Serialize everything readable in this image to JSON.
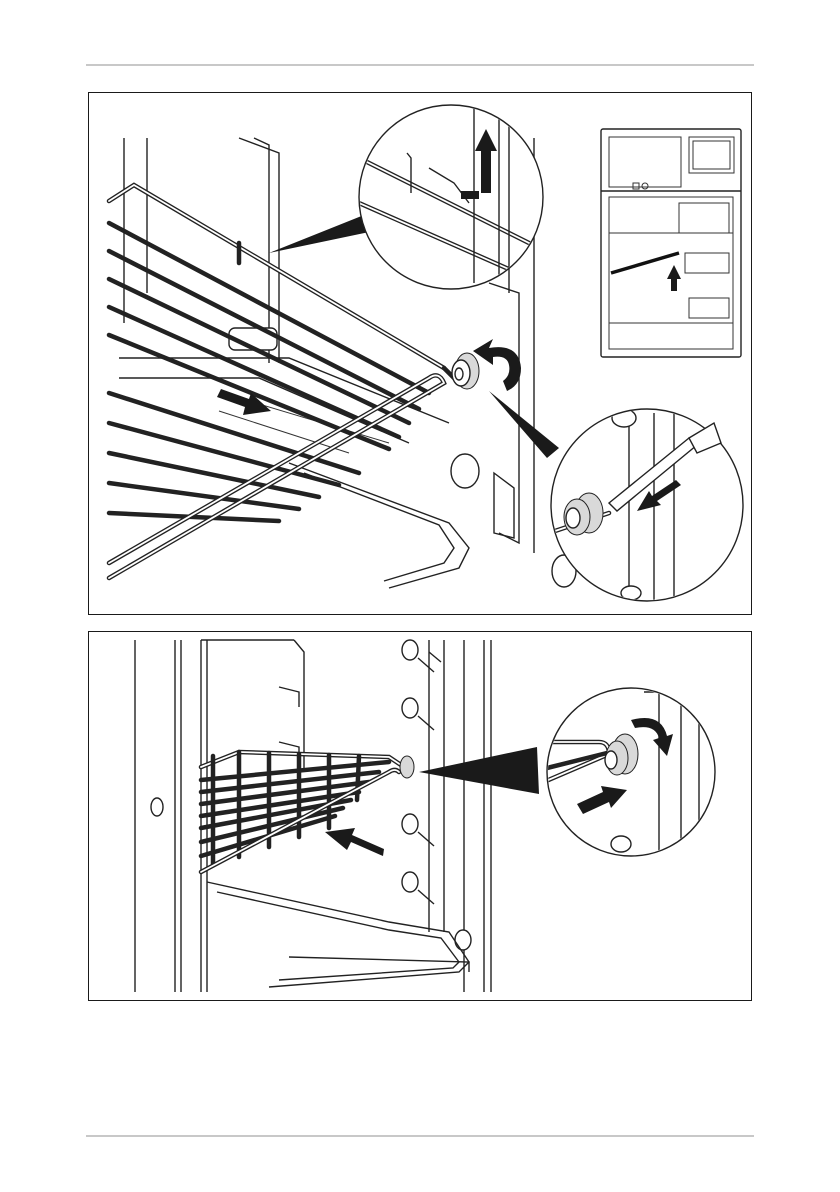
{
  "page": {
    "header_rule": true,
    "footer_rule": true
  },
  "figures": [
    {
      "id": "remove-shelf",
      "icons": [
        "wire-shelf-icon",
        "pull-out-arrow-icon",
        "lift-up-arrow-icon",
        "rotate-anticlockwise-arrow-icon",
        "screwdriver-icon",
        "press-arrow-icon",
        "refrigerator-overview-icon"
      ],
      "callouts": 2
    },
    {
      "id": "insert-shelf",
      "icons": [
        "wire-shelf-icon",
        "push-in-arrow-icon",
        "rotate-clockwise-arrow-icon",
        "press-arrow-icon"
      ],
      "callouts": 1
    }
  ],
  "colors": {
    "line": "#222222",
    "rule": "#c8c8c8",
    "background": "#ffffff"
  }
}
